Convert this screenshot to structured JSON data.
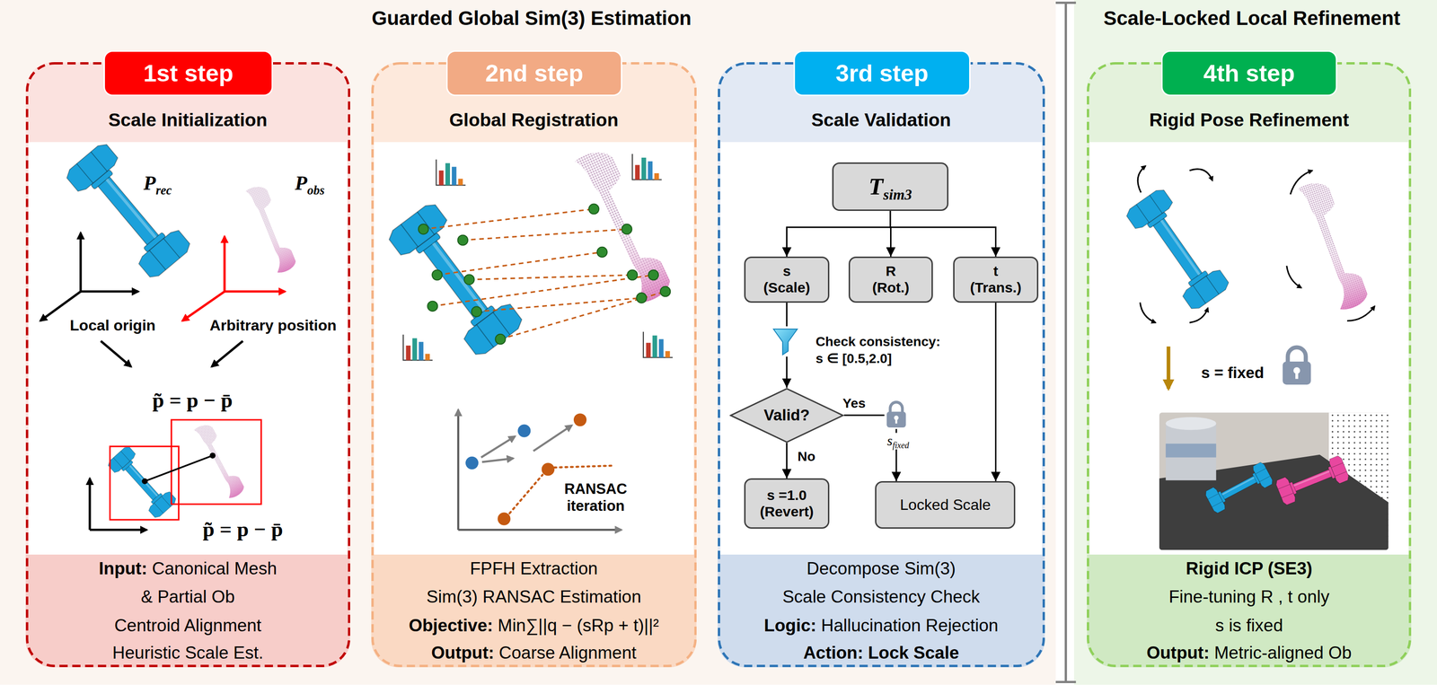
{
  "diagram": {
    "nodes": [
      {
        "text": [
          "Guarded Global Sim(3) Estimation"
        ]
      },
      {
        "text": [
          "Scale Initialization",
          "Input: Canonical Mesh & Partial Ob",
          "Centroid Alignment",
          "Heuristic Scale Est."
        ],
        "in": 0
      },
      {
        "text": [
          "1st step"
        ],
        "in": 1
      },
      {
        "text": [
          "Global Registration",
          "FPFH Extraction",
          "Sim(3) RANSAC Estimation",
          "Objective: Min∑||q − (sRp + t)||²",
          "Output: Coarse Alignment"
        ],
        "in": 0
      },
      {
        "text": [
          "2nd step"
        ],
        "in": 3
      },
      {
        "text": [
          "Scale Validation",
          "Decompose Sim(3)",
          "Scale Consistency Check",
          "Logic: Hallucination Rejection",
          "Action: Lock Scale"
        ],
        "in": 0
      },
      {
        "text": [
          "3rd step"
        ],
        "in": 5
      },
      {
        "text": [
          "Tsim3"
        ],
        "in": 5
      },
      {
        "text": [
          "s (Scale)"
        ],
        "in": 5
      },
      {
        "text": [
          "R (Rot.)"
        ],
        "in": 5
      },
      {
        "text": [
          "t (Trans.)"
        ],
        "in": 5
      },
      {
        "text": [
          "Valid?"
        ],
        "in": 5
      },
      {
        "text": [
          "s =1.0 (Revert)"
        ],
        "in": 5
      },
      {
        "text": [
          "Locked Scale"
        ],
        "in": 5
      },
      {
        "text": [
          "Scale-Locked Local Refinement"
        ]
      },
      {
        "text": [
          "Rigid Pose Refinement",
          "Rigid ICP (SE3)",
          "Fine-tuning R , t only",
          "s is fixed",
          "Output: Metric-aligned Ob"
        ],
        "in": 14
      },
      {
        "text": [
          "4th step"
        ],
        "in": 15
      }
    ],
    "edges": [
      {
        "from": 7,
        "to": 8,
        "arrow": "to"
      },
      {
        "from": 7,
        "to": 9,
        "arrow": "to"
      },
      {
        "from": 7,
        "to": 10,
        "arrow": "to"
      },
      {
        "from": 8,
        "to": 11,
        "arrow": "to"
      },
      {
        "from": 11,
        "to": 13,
        "label": "Yes",
        "arrow": "to"
      },
      {
        "from": 11,
        "to": 12,
        "label": "No",
        "arrow": "to"
      },
      {
        "from": 10,
        "to": 13,
        "arrow": "to"
      }
    ],
    "labels": [
      "Prec",
      "Pobs",
      "Local origin",
      "Arbitrary position",
      "p̃ = p − p̄",
      "p̃ = p − p̄",
      "RANSAC iteration",
      "Check consistency: s ∈ [0.5,2.0]",
      "sfixed",
      "s = fixed"
    ]
  }
}
